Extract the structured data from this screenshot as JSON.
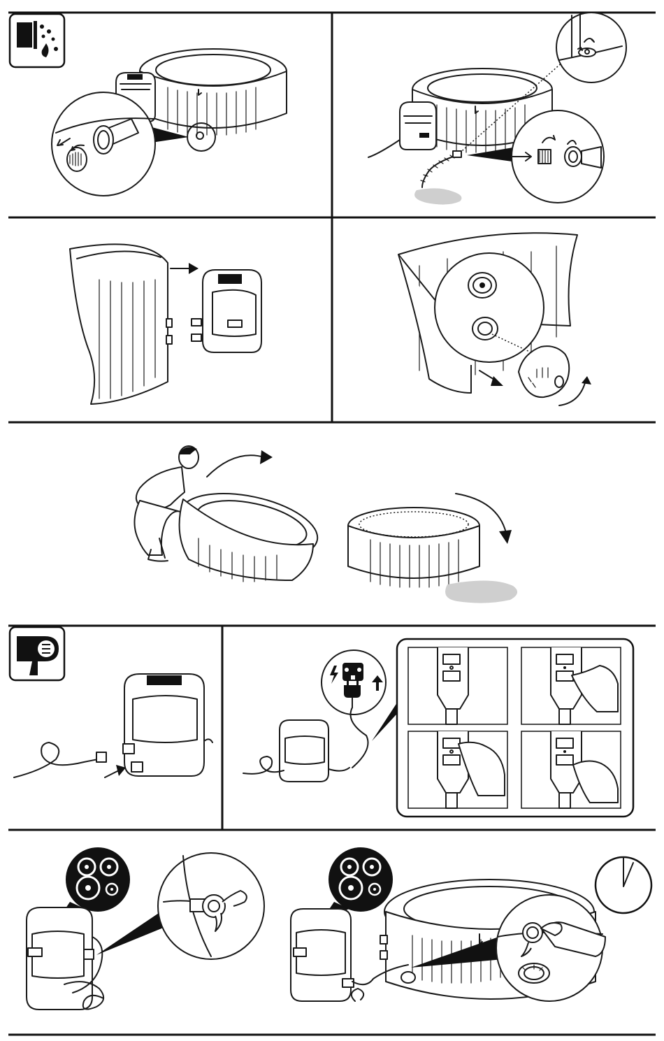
{
  "manual": {
    "panels": [
      {
        "id": "drain-valve",
        "icon": "water-drain-icon"
      },
      {
        "id": "drain-hose",
        "icon": "garden-hose-icon"
      },
      {
        "id": "detach-pump",
        "icon": "arrow-right-icon"
      },
      {
        "id": "remove-port-caps",
        "icon": "port-cap-icon"
      },
      {
        "id": "tip-spa",
        "icon": "curved-arrow-icon"
      },
      {
        "id": "dry-pump",
        "icon": "hair-dryer-icon"
      },
      {
        "id": "gfci-test",
        "icon": "power-plug-icon"
      },
      {
        "id": "blow-dry-jets",
        "icon": "air-jet-icon"
      },
      {
        "id": "dry-spa",
        "icon": "timer-icon"
      }
    ]
  }
}
